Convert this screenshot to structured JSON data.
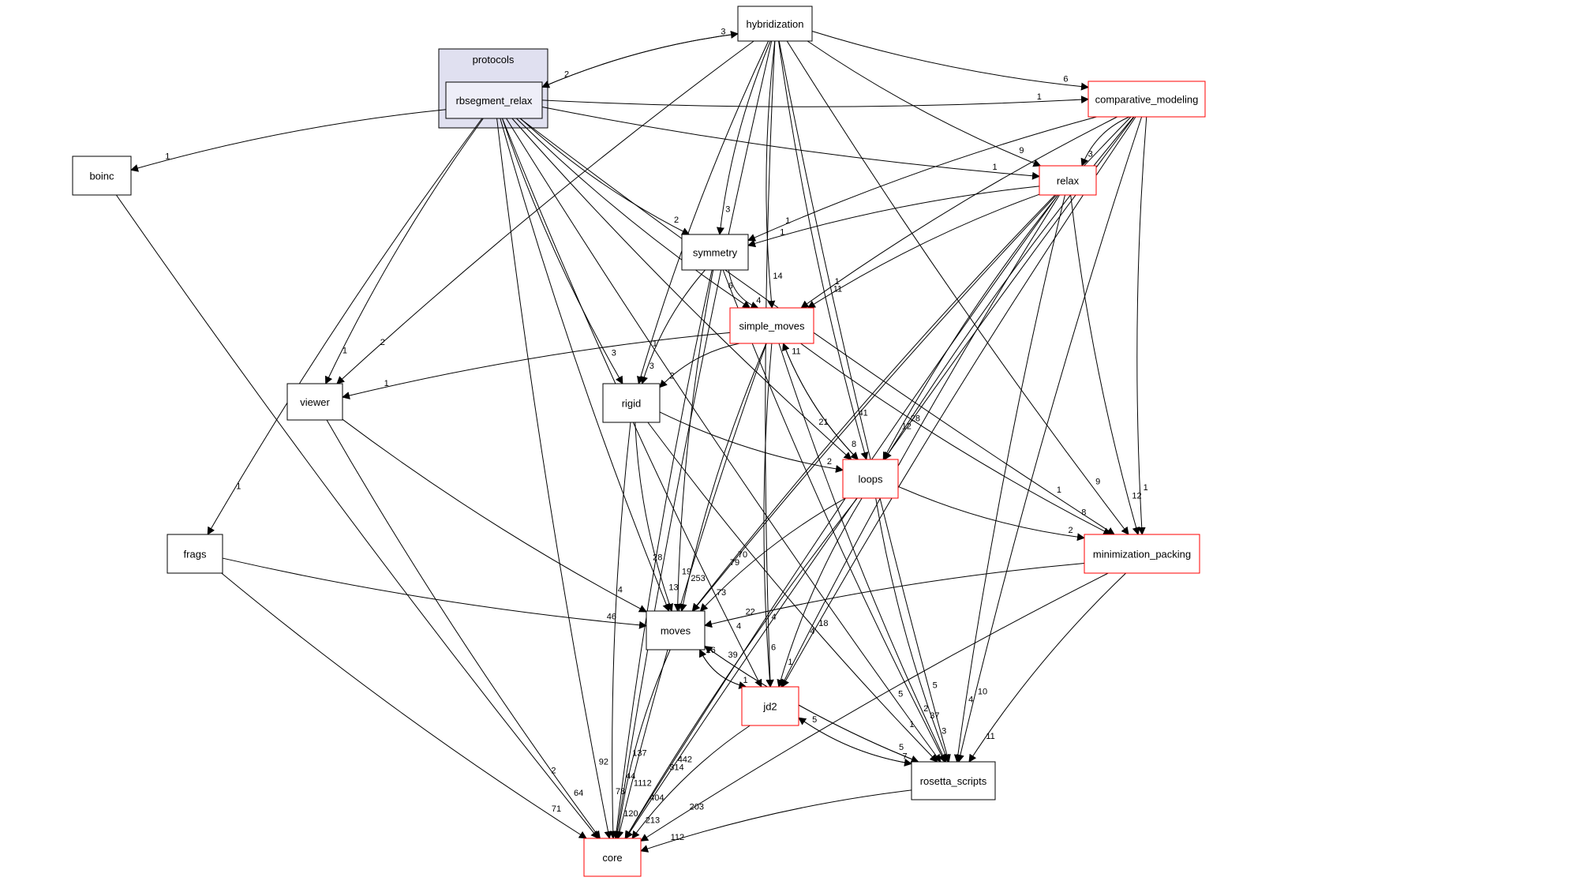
{
  "cluster": {
    "label": "protocols"
  },
  "colors": {
    "red": "#ff0000",
    "black": "#000000",
    "cluster_fill": "#e0e0f0",
    "node_fill": "#eeeef8"
  },
  "nodes": [
    {
      "id": "hybridization",
      "label": "hybridization"
    },
    {
      "id": "rbsegment_relax",
      "label": "rbsegment_relax"
    },
    {
      "id": "comparative_modeling",
      "label": "comparative_modeling"
    },
    {
      "id": "boinc",
      "label": "boinc"
    },
    {
      "id": "relax",
      "label": "relax"
    },
    {
      "id": "symmetry",
      "label": "symmetry"
    },
    {
      "id": "simple_moves",
      "label": "simple_moves"
    },
    {
      "id": "viewer",
      "label": "viewer"
    },
    {
      "id": "rigid",
      "label": "rigid"
    },
    {
      "id": "loops",
      "label": "loops"
    },
    {
      "id": "frags",
      "label": "frags"
    },
    {
      "id": "minimization_packing",
      "label": "minimization_packing"
    },
    {
      "id": "moves",
      "label": "moves"
    },
    {
      "id": "jd2",
      "label": "jd2"
    },
    {
      "id": "rosetta_scripts",
      "label": "rosetta_scripts"
    },
    {
      "id": "core",
      "label": "core"
    }
  ],
  "edges": [
    {
      "from": "hybridization",
      "to": "comparative_modeling",
      "label": "6"
    },
    {
      "from": "hybridization",
      "to": "relax",
      "label": "9"
    },
    {
      "from": "hybridization",
      "to": "symmetry",
      "label": "3"
    },
    {
      "from": "hybridization",
      "to": "simple_moves",
      "label": "14"
    },
    {
      "from": "hybridization",
      "to": "rigid",
      "label": "1"
    },
    {
      "from": "hybridization",
      "to": "loops",
      "label": "41"
    },
    {
      "from": "hybridization",
      "to": "minimization_packing",
      "label": "9"
    },
    {
      "from": "hybridization",
      "to": "rbsegment_relax",
      "label": "2"
    },
    {
      "from": "hybridization",
      "to": "viewer",
      "label": "2"
    },
    {
      "from": "hybridization",
      "to": "jd2",
      "label": "4"
    },
    {
      "from": "hybridization",
      "to": "rosetta_scripts",
      "label": "5"
    },
    {
      "from": "hybridization",
      "to": "core",
      "label": "137"
    },
    {
      "from": "rbsegment_relax",
      "to": "hybridization",
      "label": "3"
    },
    {
      "from": "rbsegment_relax",
      "to": "comparative_modeling",
      "label": "1"
    },
    {
      "from": "rbsegment_relax",
      "to": "boinc",
      "label": "1"
    },
    {
      "from": "rbsegment_relax",
      "to": "relax",
      "label": "1"
    },
    {
      "from": "rbsegment_relax",
      "to": "symmetry",
      "label": "2"
    },
    {
      "from": "rbsegment_relax",
      "to": "simple_moves",
      "label": "6"
    },
    {
      "from": "rbsegment_relax",
      "to": "viewer",
      "label": "1"
    },
    {
      "from": "rbsegment_relax",
      "to": "rigid",
      "label": "3"
    },
    {
      "from": "rbsegment_relax",
      "to": "loops",
      "label": "21"
    },
    {
      "from": "rbsegment_relax",
      "to": "frags",
      "label": "1"
    },
    {
      "from": "rbsegment_relax",
      "to": "minimization_packing",
      "label": "1"
    },
    {
      "from": "rbsegment_relax",
      "to": "moves",
      "label": "28"
    },
    {
      "from": "rbsegment_relax",
      "to": "jd2",
      "label": "4"
    },
    {
      "from": "rbsegment_relax",
      "to": "rosetta_scripts",
      "label": "5"
    },
    {
      "from": "rbsegment_relax",
      "to": "core",
      "label": "92"
    },
    {
      "from": "comparative_modeling",
      "to": "relax",
      "label": "3"
    },
    {
      "from": "comparative_modeling",
      "to": "symmetry",
      "label": "1"
    },
    {
      "from": "comparative_modeling",
      "to": "simple_moves",
      "label": "1"
    },
    {
      "from": "comparative_modeling",
      "to": "loops",
      "label": "28"
    },
    {
      "from": "comparative_modeling",
      "to": "minimization_packing",
      "label": "1"
    },
    {
      "from": "comparative_modeling",
      "to": "moves",
      "label": "70"
    },
    {
      "from": "comparative_modeling",
      "to": "jd2",
      "label": "18"
    },
    {
      "from": "comparative_modeling",
      "to": "rosetta_scripts",
      "label": "10"
    },
    {
      "from": "comparative_modeling",
      "to": "core",
      "label": "442"
    },
    {
      "from": "boinc",
      "to": "core",
      "label": "2"
    },
    {
      "from": "relax",
      "to": "symmetry",
      "label": "1"
    },
    {
      "from": "relax",
      "to": "simple_moves",
      "label": "11"
    },
    {
      "from": "relax",
      "to": "loops",
      "label": "12"
    },
    {
      "from": "relax",
      "to": "minimization_packing",
      "label": "12"
    },
    {
      "from": "relax",
      "to": "moves",
      "label": "79"
    },
    {
      "from": "relax",
      "to": "jd2",
      "label": "4"
    },
    {
      "from": "relax",
      "to": "rosetta_scripts",
      "label": "4"
    },
    {
      "from": "relax",
      "to": "core",
      "label": "314"
    },
    {
      "from": "symmetry",
      "to": "simple_moves",
      "label": "4"
    },
    {
      "from": "symmetry",
      "to": "rigid",
      "label": "3"
    },
    {
      "from": "symmetry",
      "to": "moves",
      "label": "19"
    },
    {
      "from": "symmetry",
      "to": "rosetta_scripts",
      "label": "2"
    },
    {
      "from": "symmetry",
      "to": "core",
      "label": "44"
    },
    {
      "from": "simple_moves",
      "to": "viewer",
      "label": "1"
    },
    {
      "from": "simple_moves",
      "to": "rigid",
      "label": "2"
    },
    {
      "from": "simple_moves",
      "to": "loops",
      "label": "8"
    },
    {
      "from": "simple_moves",
      "to": "minimization_packing",
      "label": "8"
    },
    {
      "from": "simple_moves",
      "to": "moves",
      "label": "253"
    },
    {
      "from": "simple_moves",
      "to": "jd2",
      "label": "6"
    },
    {
      "from": "simple_moves",
      "to": "rosetta_scripts",
      "label": "37"
    },
    {
      "from": "simple_moves",
      "to": "core",
      "label": "1112"
    },
    {
      "from": "viewer",
      "to": "moves",
      "label": "4"
    },
    {
      "from": "viewer",
      "to": "core",
      "label": "64"
    },
    {
      "from": "rigid",
      "to": "loops",
      "label": "2"
    },
    {
      "from": "rigid",
      "to": "moves",
      "label": "13"
    },
    {
      "from": "rigid",
      "to": "rosetta_scripts",
      "label": "1"
    },
    {
      "from": "rigid",
      "to": "core",
      "label": "78"
    },
    {
      "from": "loops",
      "to": "simple_moves",
      "label": "11"
    },
    {
      "from": "loops",
      "to": "minimization_packing",
      "label": "2"
    },
    {
      "from": "loops",
      "to": "moves",
      "label": "73"
    },
    {
      "from": "loops",
      "to": "jd2",
      "label": "1"
    },
    {
      "from": "loops",
      "to": "rosetta_scripts",
      "label": "3"
    },
    {
      "from": "loops",
      "to": "core",
      "label": "404"
    },
    {
      "from": "frags",
      "to": "moves",
      "label": "46"
    },
    {
      "from": "frags",
      "to": "core",
      "label": "71"
    },
    {
      "from": "minimization_packing",
      "to": "moves",
      "label": "22"
    },
    {
      "from": "minimization_packing",
      "to": "rosetta_scripts",
      "label": "11"
    },
    {
      "from": "minimization_packing",
      "to": "core",
      "label": "203"
    },
    {
      "from": "moves",
      "to": "jd2",
      "label": "1"
    },
    {
      "from": "moves",
      "to": "rosetta_scripts",
      "label": "5"
    },
    {
      "from": "moves",
      "to": "core",
      "label": "120"
    },
    {
      "from": "jd2",
      "to": "moves",
      "label": "26"
    },
    {
      "from": "jd2",
      "to": "rosetta_scripts",
      "label": "7"
    },
    {
      "from": "jd2",
      "to": "core",
      "label": "213"
    },
    {
      "from": "rosetta_scripts",
      "to": "moves",
      "label": "39"
    },
    {
      "from": "rosetta_scripts",
      "to": "jd2",
      "label": "5"
    },
    {
      "from": "rosetta_scripts",
      "to": "core",
      "label": "112"
    }
  ]
}
